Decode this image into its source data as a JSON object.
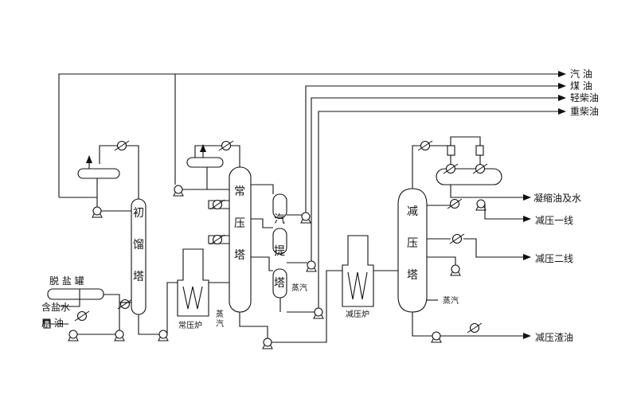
{
  "products": {
    "gasoline": "汽 油",
    "kerosene": "煤 油",
    "light_diesel": "轻柴油",
    "heavy_diesel": "重柴油"
  },
  "vacuum_products": {
    "condensate_oil_water": "凝缩油及水",
    "vacuum_cut_1": "减压一线",
    "vacuum_cut_2": "减压二线",
    "vacuum_residue": "减压渣油"
  },
  "equipment": {
    "desalter": "脱 盐 罐",
    "prefractionator": "初\n馏\n塔",
    "atm_tower": "常\n压\n塔",
    "stripper": "汽\n提\n塔",
    "vac_tower": "减\n压\n塔",
    "atm_furnace": "常压炉",
    "vac_furnace": "减压炉"
  },
  "feeds": {
    "salt_water": "含盐水",
    "crude_oil": "原 油"
  },
  "utilities": {
    "steam": "蒸汽",
    "steam_atm": "蒸\n汽",
    "steam_stripper": "蒸汽",
    "steam_vac": "蒸汽"
  }
}
